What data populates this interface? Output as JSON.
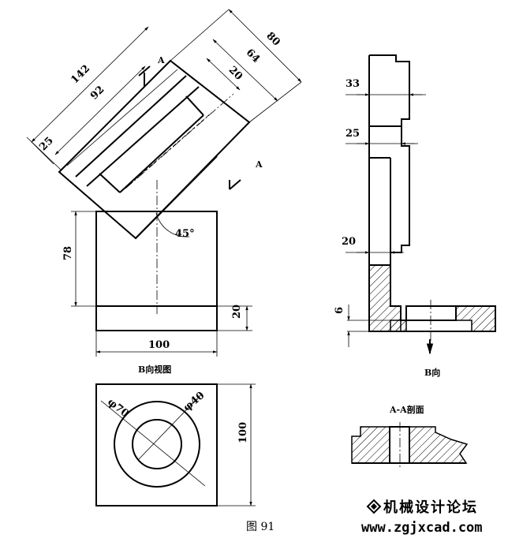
{
  "figure": {
    "caption": "图 91",
    "watermark_cn": "机械设计论坛",
    "watermark_url": "www.zgjxcad.com"
  },
  "dimensions": {
    "d142": "142",
    "d92": "92",
    "d25a": "25",
    "d80": "80",
    "d64": "64",
    "d20a": "20",
    "d45": "45°",
    "d78": "78",
    "d20b": "20",
    "d100a": "100",
    "phi70": "φ70",
    "phi40": "φ40",
    "d100b": "100",
    "d33": "33",
    "d25b": "25",
    "d20c": "20",
    "d6": "6"
  },
  "labels": {
    "a_top": "A",
    "a_right": "A",
    "b_view": "B向视图",
    "b_dir": "B向",
    "aa_section": "A-A剖面"
  }
}
